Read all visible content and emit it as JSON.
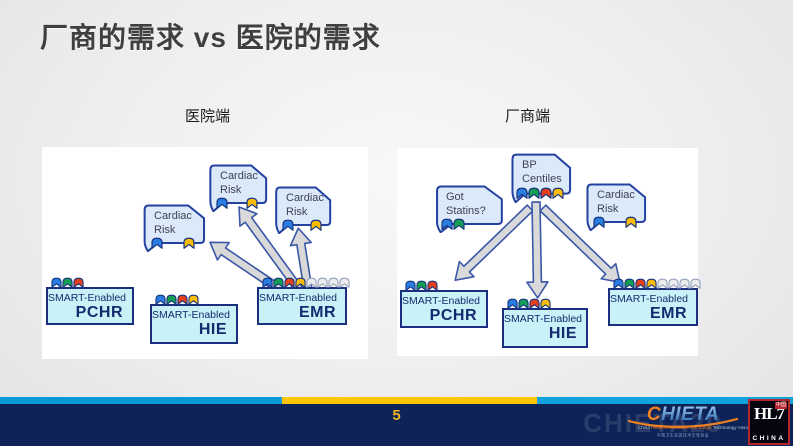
{
  "slide": {
    "title": "厂商的需求 vs 医院的需求",
    "page_number": "5"
  },
  "hospital_panel": {
    "label": "医院端",
    "callouts": {
      "c1": {
        "line1": "Cardiac",
        "line2": "Risk"
      },
      "c2": {
        "line1": "Cardiac",
        "line2": "Risk"
      },
      "c3": {
        "line1": "Cardiac",
        "line2": "Risk"
      }
    },
    "boxes": {
      "pchr": {
        "label": "SMART-Enabled",
        "acronym": "PCHR"
      },
      "hie": {
        "label": "SMART-Enabled",
        "acronym": "HIE"
      },
      "emr": {
        "label": "SMART-Enabled",
        "acronym": "EMR"
      }
    }
  },
  "vendor_panel": {
    "label": "厂商端",
    "callouts": {
      "got_statins": {
        "line1": "Got",
        "line2": "Statins?"
      },
      "bp_centiles": {
        "line1": "BP",
        "line2": "Centiles"
      },
      "cardiac_risk": {
        "line1": "Cardiac",
        "line2": "Risk"
      }
    },
    "boxes": {
      "pchr": {
        "label": "SMART-Enabled",
        "acronym": "PCHR"
      },
      "hie": {
        "label": "SMART-Enabled",
        "acronym": "HIE"
      },
      "emr": {
        "label": "SMART-Enabled",
        "acronym": "EMR"
      }
    }
  },
  "icons": {
    "hospital": {
      "c1": [
        "blue",
        "yellow"
      ],
      "c2": [
        "blue",
        "yellow"
      ],
      "c3": [
        "blue",
        "yellow"
      ],
      "pchr": [
        "blue",
        "green",
        "red"
      ],
      "hie": [
        "blue",
        "green",
        "red",
        "yellow"
      ],
      "emr": [
        "blue",
        "green",
        "red",
        "yellow",
        "gray",
        "gray",
        "gray",
        "gray"
      ]
    },
    "vendor": {
      "got_statins": [
        "blue",
        "green"
      ],
      "bp_centiles": [
        "blue",
        "green",
        "red",
        "yellow"
      ],
      "cardiac_risk": [
        "blue",
        "yellow"
      ],
      "pchr": [
        "blue",
        "green",
        "red"
      ],
      "hie": [
        "blue",
        "green",
        "red",
        "yellow"
      ],
      "emr": [
        "blue",
        "green",
        "red",
        "yellow",
        "gray",
        "gray",
        "gray",
        "gray"
      ]
    }
  },
  "footer": {
    "watermark": "CHIETA20",
    "chieta": {
      "name_initial": "C",
      "name_rest": "HIETA",
      "tagline_pre": "China ",
      "tagline_highlight": "Health Information Exchange",
      "tagline_post": " Technology Association",
      "tagline_cn": "中国卫生信息技术交流协会"
    },
    "hl7": {
      "name": "HL7",
      "badge": "中国",
      "country": "CHINA"
    }
  },
  "colors": {
    "app_icons": {
      "blue": "#2a7de1",
      "green": "#149e54",
      "red": "#e2401c",
      "yellow": "#fbbc05",
      "gray": "#ececec"
    },
    "accent_blue": "#0a9bd7",
    "accent_yellow": "#ffc607",
    "footer_navy": "#0e2357",
    "callout_fill": "#dbe9fb",
    "box_fill": "#c9f2f8"
  }
}
